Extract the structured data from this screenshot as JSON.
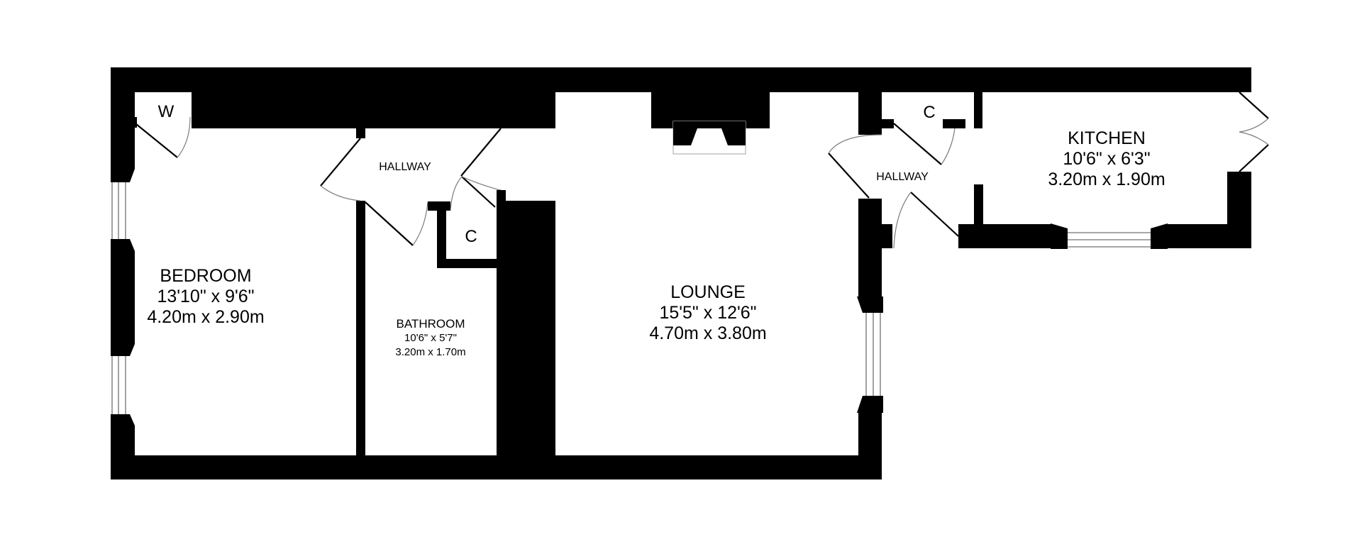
{
  "floor_plan": {
    "colors": {
      "wall": "#000000",
      "background": "#ffffff",
      "door_arc": "#7a7a7a",
      "glass": "#8a8a8a"
    },
    "rooms": {
      "bedroom": {
        "name": "BEDROOM",
        "imperial": "13'10\"  x 9'6\"",
        "metric": "4.20m  x 2.90m"
      },
      "bathroom": {
        "name": "BATHROOM",
        "imperial": "10'6\"  x 5'7\"",
        "metric": "3.20m  x 1.70m"
      },
      "lounge": {
        "name": "LOUNGE",
        "imperial": "15'5\"  x 12'6\"",
        "metric": "4.70m  x 3.80m"
      },
      "kitchen": {
        "name": "KITCHEN",
        "imperial": "10'6\"  x 6'3\"",
        "metric": "3.20m  x 1.90m"
      },
      "hallway_1": {
        "name": "HALLWAY"
      },
      "hallway_2": {
        "name": "HALLWAY"
      }
    },
    "cupboards": {
      "wardrobe": "W",
      "cupboard_1": "C",
      "cupboard_2": "C"
    }
  }
}
